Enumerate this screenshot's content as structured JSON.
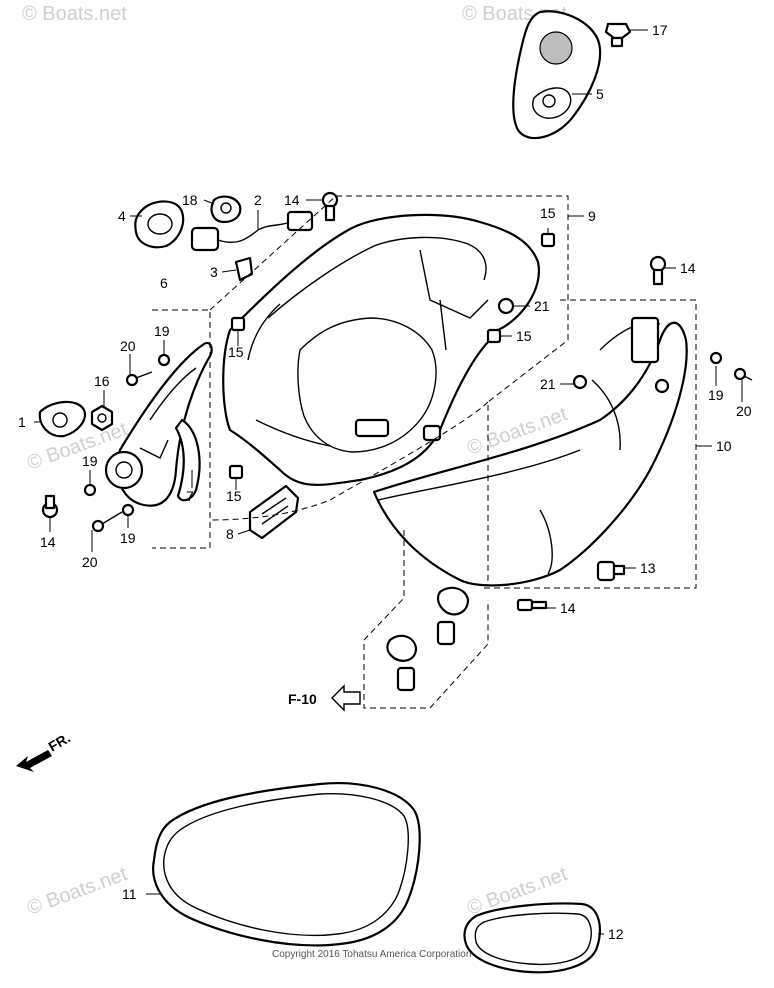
{
  "diagram": {
    "callouts": {
      "c1": "1",
      "c2": "2",
      "c3": "3",
      "c4": "4",
      "c5": "5",
      "c6": "6",
      "c7": "7",
      "c8": "8",
      "c9": "9",
      "c10": "10",
      "c11": "11",
      "c12": "12",
      "c13": "13",
      "c14a": "14",
      "c14b": "14",
      "c14c": "14",
      "c14d": "14",
      "c15a": "15",
      "c15b": "15",
      "c15c": "15",
      "c15d": "15",
      "c16": "16",
      "c17": "17",
      "c18": "18",
      "c19a": "19",
      "c19b": "19",
      "c19c": "19",
      "c19d": "19",
      "c20a": "20",
      "c20b": "20",
      "c20c": "20",
      "c21a": "21",
      "c21b": "21"
    },
    "reference_label": "F-10",
    "front_label": "FR.",
    "watermark": "© Boats.net",
    "copyright": "Copyright 2016 Tohatsu America Corporation"
  },
  "colors": {
    "line": "#000000",
    "shade": "#bdbdbd",
    "watermark": "#cfcfcf",
    "background": "#ffffff"
  }
}
